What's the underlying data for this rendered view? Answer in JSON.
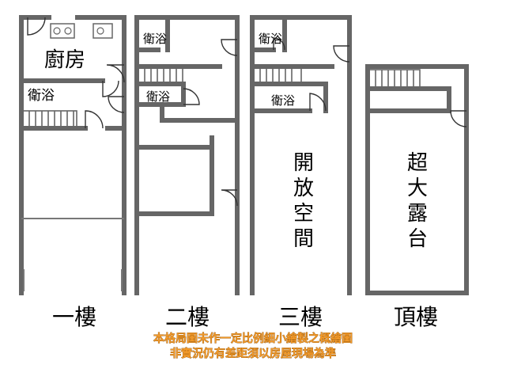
{
  "floors": {
    "f1": {
      "label": "一樓",
      "rooms": {
        "kitchen": "廚房",
        "bath": "衛浴"
      }
    },
    "f2": {
      "label": "二樓",
      "rooms": {
        "bath_upper": "衛浴",
        "bath_lower": "衛浴"
      }
    },
    "f3": {
      "label": "三樓",
      "rooms": {
        "bath_upper": "衛浴",
        "bath_lower": "衛浴",
        "open": [
          "開",
          "放",
          "空",
          "間"
        ]
      }
    },
    "roof": {
      "label": "頂樓",
      "rooms": {
        "terrace": [
          "超",
          "大",
          "露",
          "台"
        ]
      }
    }
  },
  "notice": {
    "line1": "本格局圖未作一定比例細小繪製之概繪圖",
    "line2": "非實況仍有差距須以房屋現場為準"
  },
  "colors": {
    "wall": "#666666",
    "notice_text": "#f39a2a"
  }
}
